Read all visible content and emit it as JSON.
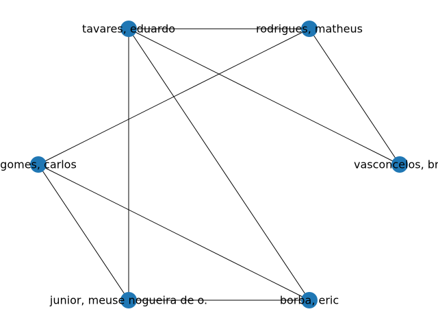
{
  "graph": {
    "node_color": "#1f77b4",
    "edge_color": "#000000",
    "nodes": [
      {
        "id": "tavares",
        "label": "tavares, eduardo"
      },
      {
        "id": "rodrigues",
        "label": "rodrigues, matheus"
      },
      {
        "id": "gomes",
        "label": "gomes, carlos"
      },
      {
        "id": "vasconcelos",
        "label": "vasconcelos, bre"
      },
      {
        "id": "junior",
        "label": "junior, meuse nogueira de o."
      },
      {
        "id": "borba",
        "label": "borba, eric"
      }
    ],
    "edges": [
      [
        "tavares",
        "rodrigues"
      ],
      [
        "tavares",
        "vasconcelos"
      ],
      [
        "tavares",
        "junior"
      ],
      [
        "tavares",
        "borba"
      ],
      [
        "rodrigues",
        "gomes"
      ],
      [
        "rodrigues",
        "vasconcelos"
      ],
      [
        "gomes",
        "junior"
      ],
      [
        "gomes",
        "borba"
      ],
      [
        "junior",
        "borba"
      ]
    ]
  }
}
